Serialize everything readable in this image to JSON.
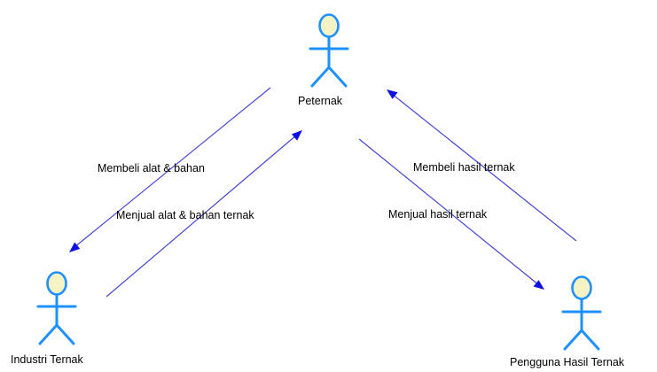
{
  "actors": {
    "peternak": {
      "label": "Peternak"
    },
    "industri": {
      "label": "Industri Ternak"
    },
    "pengguna": {
      "label": "Pengguna Hasil Ternak"
    }
  },
  "flows": {
    "beli_alat": {
      "label": "Membeli alat & bahan"
    },
    "jual_alat": {
      "label": "Menjual alat & bahan ternak"
    },
    "beli_hasil": {
      "label": "Membeli hasil ternak"
    },
    "jual_hasil": {
      "label": "Menjual hasil ternak"
    }
  },
  "colors": {
    "actor_stroke": "#1e90ff",
    "actor_fill": "#f5f2c4",
    "flow_line": "#4646d8",
    "arrow_head": "#1010e0"
  }
}
